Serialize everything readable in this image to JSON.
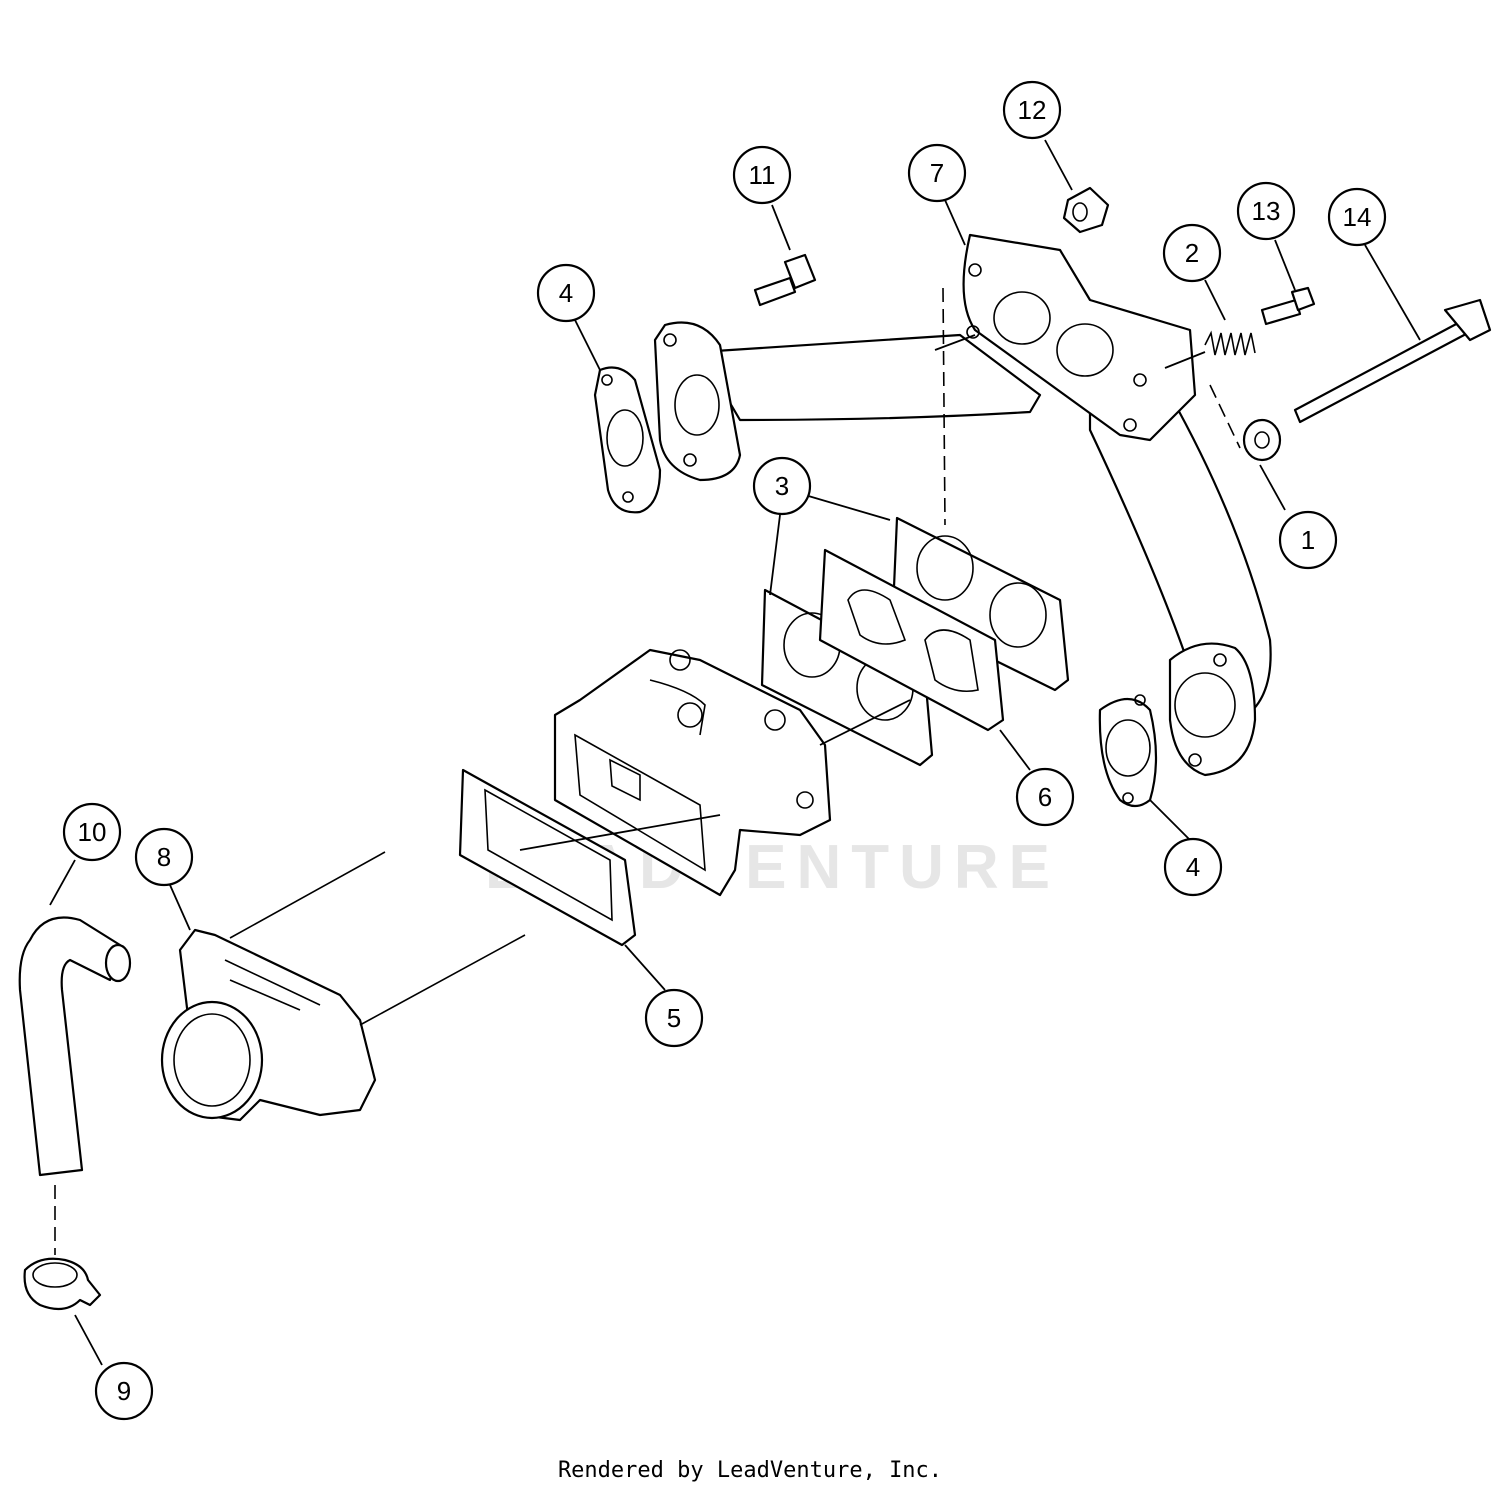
{
  "diagram": {
    "callouts": [
      "1",
      "2",
      "3",
      "4",
      "5",
      "6",
      "7",
      "8",
      "9",
      "10",
      "11",
      "12",
      "13",
      "14"
    ],
    "watermark": "LEADVENTURE"
  },
  "footer": {
    "credit": "Rendered by LeadVenture, Inc."
  }
}
